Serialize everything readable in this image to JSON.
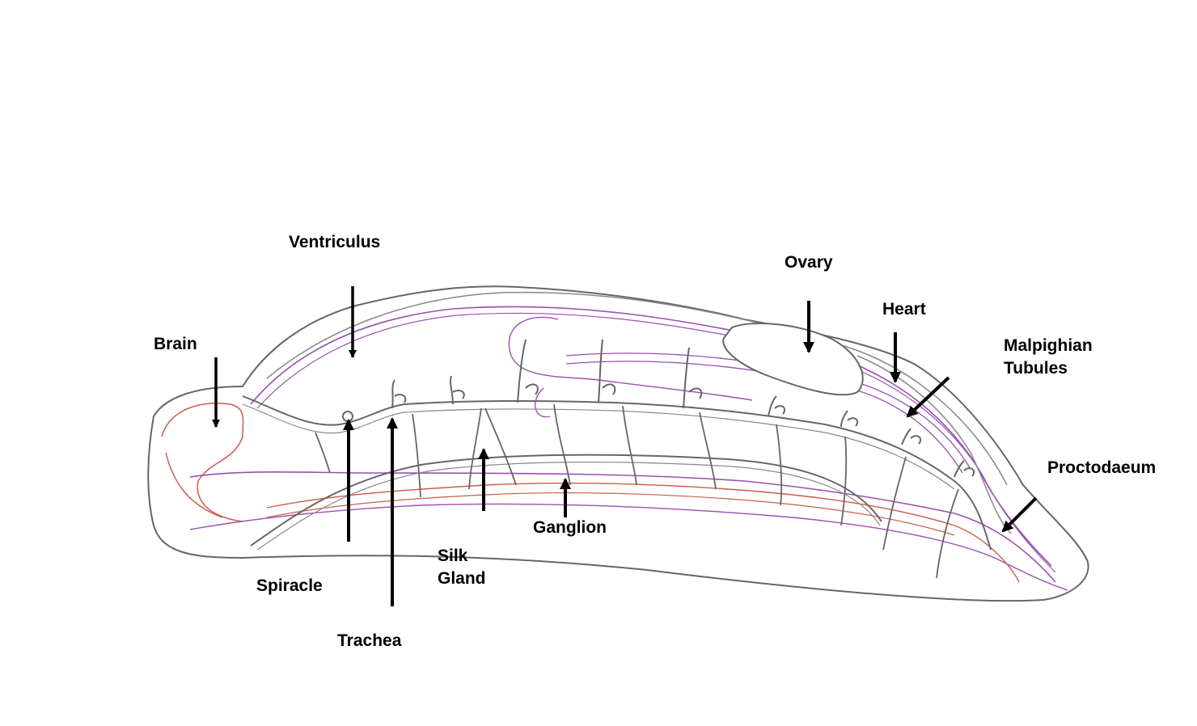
{
  "colors": {
    "outline": "#666666",
    "purple": "#9a4fb0",
    "red": "#cc5a4a",
    "arrow": "#000000"
  },
  "labels": {
    "brain": "Brain",
    "ventriculus": "Ventriculus",
    "ovary": "Ovary",
    "heart": "Heart",
    "malpighian_1": "Malpighian",
    "malpighian_2": "Tubules",
    "proctodaeum": "Proctodaeum",
    "ganglion": "Ganglion",
    "silk_1": "Silk",
    "silk_2": "Gland",
    "spiracle": "Spiracle",
    "trachea": "Trachea"
  }
}
